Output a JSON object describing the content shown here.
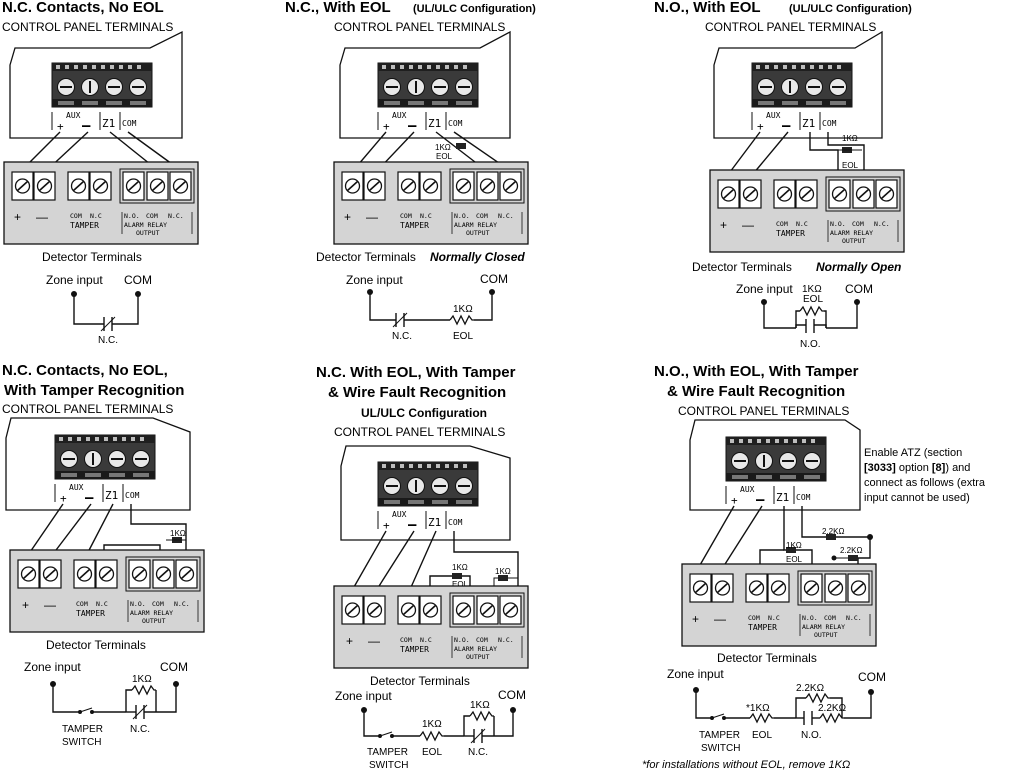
{
  "panels": [
    {
      "title": "N.C. Contacts,  No EOL",
      "title2": "",
      "title_small": "",
      "subtitle": "CONTROL PANEL TERMINALS",
      "subtitle2": "",
      "detector_label": "Detector Terminals",
      "detector_label_bi": "",
      "schem": {
        "zone": "Zone input",
        "com": "COM",
        "contact": "N.C."
      }
    },
    {
      "title": "N.C., With EOL",
      "title2": "",
      "title_small": "(UL/ULC Configuration)",
      "subtitle": "CONTROL PANEL TERMINALS",
      "subtitle2": "",
      "detector_label": "Detector Terminals",
      "detector_label_bi": "Normally Closed",
      "eol": "1KΩ",
      "eol_tag": "EOL",
      "schem": {
        "zone": "Zone input",
        "com": "COM",
        "contact": "N.C.",
        "res": "1KΩ",
        "res_tag": "EOL"
      }
    },
    {
      "title": "N.O., With EOL",
      "title2": "",
      "title_small": "(UL/ULC Configuration)",
      "subtitle": "CONTROL PANEL TERMINALS",
      "subtitle2": "",
      "detector_label": "Detector Terminals",
      "detector_label_bi": "Normally Open",
      "eol": "1KΩ",
      "eol_tag": "EOL",
      "schem": {
        "zone": "Zone input",
        "com": "COM",
        "contact": "N.O.",
        "res": "1KΩ",
        "res_tag": "EOL"
      }
    },
    {
      "title": "N.C. Contacts, No EOL,",
      "title2": "With Tamper Recognition",
      "title_small": "",
      "subtitle": "CONTROL PANEL TERMINALS",
      "subtitle2": "",
      "detector_label": "Detector Terminals",
      "detector_label_bi": "",
      "eol": "1KΩ",
      "schem": {
        "zone": "Zone input",
        "com": "COM",
        "contact": "N.C.",
        "res": "1KΩ",
        "tamper1": "TAMPER",
        "tamper2": "SWITCH"
      }
    },
    {
      "title": "N.C. With EOL, With Tamper",
      "title2": "& Wire Fault Recognition",
      "title_small": "",
      "subtitle": "UL/ULC Configuration",
      "subtitle2": "CONTROL PANEL TERMINALS",
      "detector_label": "Detector Terminals",
      "detector_label_bi": "",
      "eol": "1KΩ",
      "eol_tag": "EOL",
      "eol2": "1KΩ",
      "schem": {
        "zone": "Zone input",
        "com": "COM",
        "contact": "N.C.",
        "res": "1KΩ",
        "res_tag": "EOL",
        "res2": "1KΩ",
        "tamper1": "TAMPER",
        "tamper2": "SWITCH"
      }
    },
    {
      "title": "N.O., With EOL, With Tamper",
      "title2": "& Wire Fault Recognition",
      "title_small": "",
      "subtitle": "CONTROL PANEL TERMINALS",
      "subtitle2": "",
      "detector_label": "Detector Terminals",
      "detector_label_bi": "",
      "eol": "1KΩ",
      "eol_tag": "EOL",
      "eol2": "2.2KΩ",
      "eol3": "2.2KΩ",
      "schem": {
        "zone": "Zone input",
        "com": "COM",
        "contact": "N.O.",
        "res": "*1KΩ",
        "res_tag": "EOL",
        "res2": "2.2KΩ",
        "res3": "2.2KΩ",
        "tamper1": "TAMPER",
        "tamper2": "SWITCH"
      }
    }
  ],
  "terminal_labels": {
    "aux": "AUX",
    "plus": "+",
    "minus": "–",
    "z1": "Z1",
    "com": "COM"
  },
  "detector_labels": {
    "plus": "+",
    "minus": "—",
    "com": "COM",
    "nc": "N.C",
    "tamper": "TAMPER",
    "no": "N.O.",
    "com2": "COM",
    "nc2": "N.C.",
    "relay1": "ALARM RELAY",
    "relay2": "OUTPUT"
  },
  "note": {
    "line1_a": "Enable ATZ (section",
    "line2_a": "[3033]",
    "line2_b": " option ",
    "line2_c": "[8]",
    "line2_d": ") and",
    "line3": "connect as follows (extra",
    "line4": "input cannot be used)"
  },
  "footnote": "*for installations without EOL, remove 1KΩ"
}
